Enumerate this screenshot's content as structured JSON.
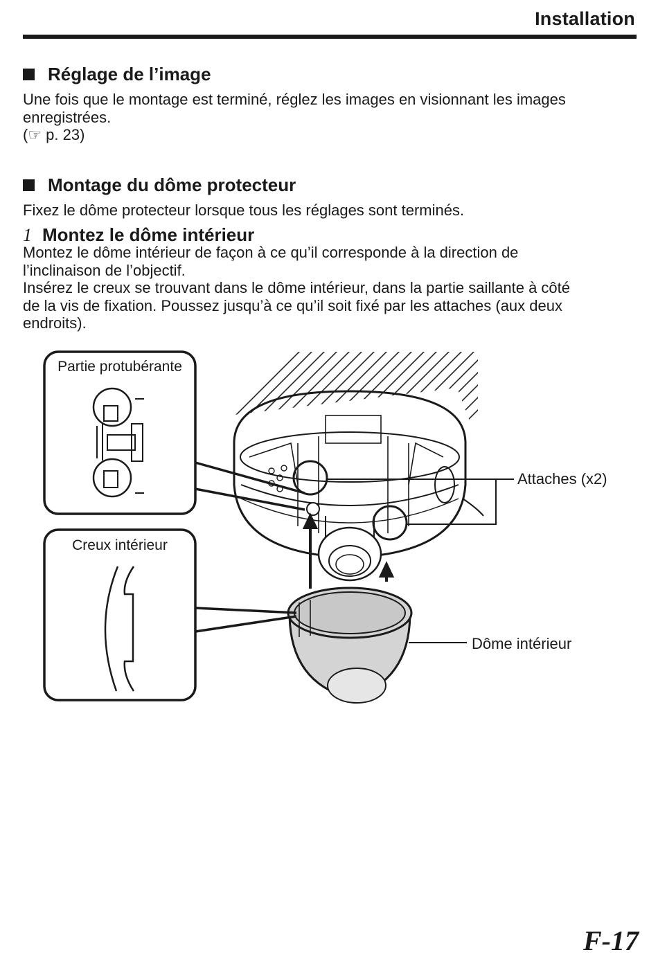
{
  "header": {
    "title": "Installation"
  },
  "sections": [
    {
      "heading": "Réglage de l’image",
      "lines": [
        "Une fois que le montage est terminé, réglez les images en visionnant les images",
        "enregistrées."
      ],
      "reference": "(☞ p. 23)"
    },
    {
      "heading": "Montage du dôme protecteur",
      "lines": [
        "Fixez le dôme protecteur lorsque tous les réglages sont terminés."
      ]
    }
  ],
  "step": {
    "number": "1",
    "title": "Montez le dôme intérieur",
    "lines": [
      "Montez le dôme intérieur de façon à ce qu’il corresponde à la direction de",
      "l’inclinaison de l’objectif.",
      "Insérez le creux se trouvant dans le dôme intérieur, dans la partie saillante à côté",
      "de la vis de fixation. Poussez jusqu’à ce qu’il soit fixé par les attaches (aux deux",
      "endroits)."
    ]
  },
  "figure": {
    "detail_box_top_label": "Partie protubérante",
    "detail_box_bottom_label": "Creux intérieur",
    "callout_clips": "Attaches (x2)",
    "callout_inner_dome": "Dôme intérieur"
  },
  "page_number": "F-17"
}
